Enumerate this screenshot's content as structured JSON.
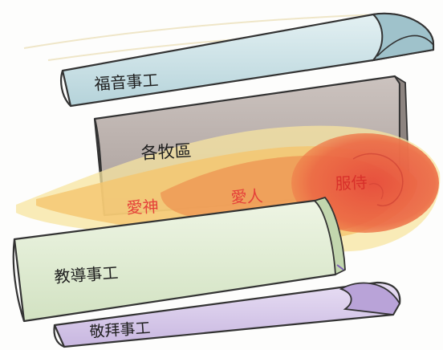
{
  "sections": {
    "gospel": {
      "label": "福音事工",
      "fill": "#cfe4e8"
    },
    "districts": {
      "label": "各牧區",
      "fill": "#bfb5b1"
    },
    "teaching": {
      "label": "教導事工",
      "fill": "#e0ecd3"
    },
    "worship": {
      "label": "敬拜事工",
      "fill": "#d9cdea"
    }
  },
  "flame": {
    "love_god": "愛神",
    "love_people": "愛人",
    "serve": "服侍",
    "text_color": "#e5423a",
    "core_color": "#e8553d",
    "mid_color": "#f1a25a",
    "outer_color": "#f6dc86"
  },
  "colors": {
    "outline": "#333333",
    "label_color": "#1f1f1f"
  }
}
